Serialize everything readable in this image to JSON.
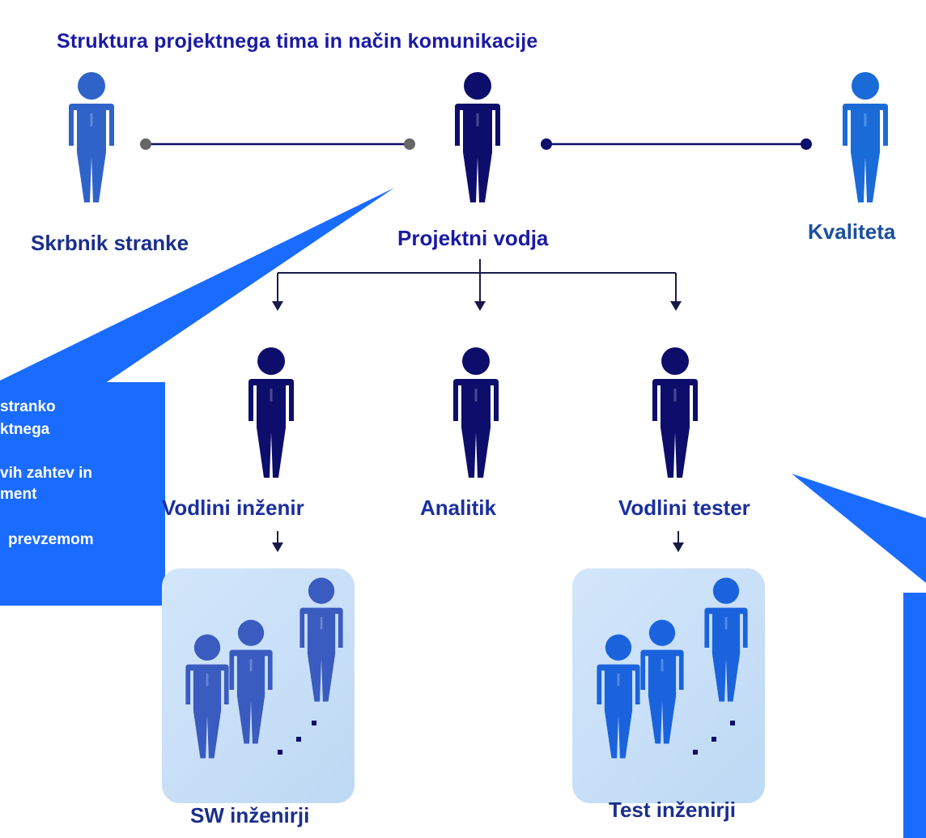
{
  "title": "Struktura projektnega tima in način komunikacije",
  "roles": {
    "client_guardian": "Skrbnik stranke",
    "project_lead": "Projektni vodja",
    "quality": "Kvaliteta",
    "lead_engineer": "Vodlini inženir",
    "analyst": "Analitik",
    "lead_tester": "Vodlini tester"
  },
  "groups": {
    "sw_engineers": "SW inženirji",
    "test_engineers": "Test inženirji"
  },
  "callout_left": {
    "lines": [
      "stranko",
      "ktnega",
      "vih zahtev in",
      "ment",
      "prevzemom"
    ]
  },
  "colors": {
    "navy": "#0d0d6b",
    "steel_blue": "#2f63c9",
    "bright_blue": "#1a6bff",
    "text_blue": "#1a2fa0",
    "box_bg": "#cfe3f8"
  }
}
